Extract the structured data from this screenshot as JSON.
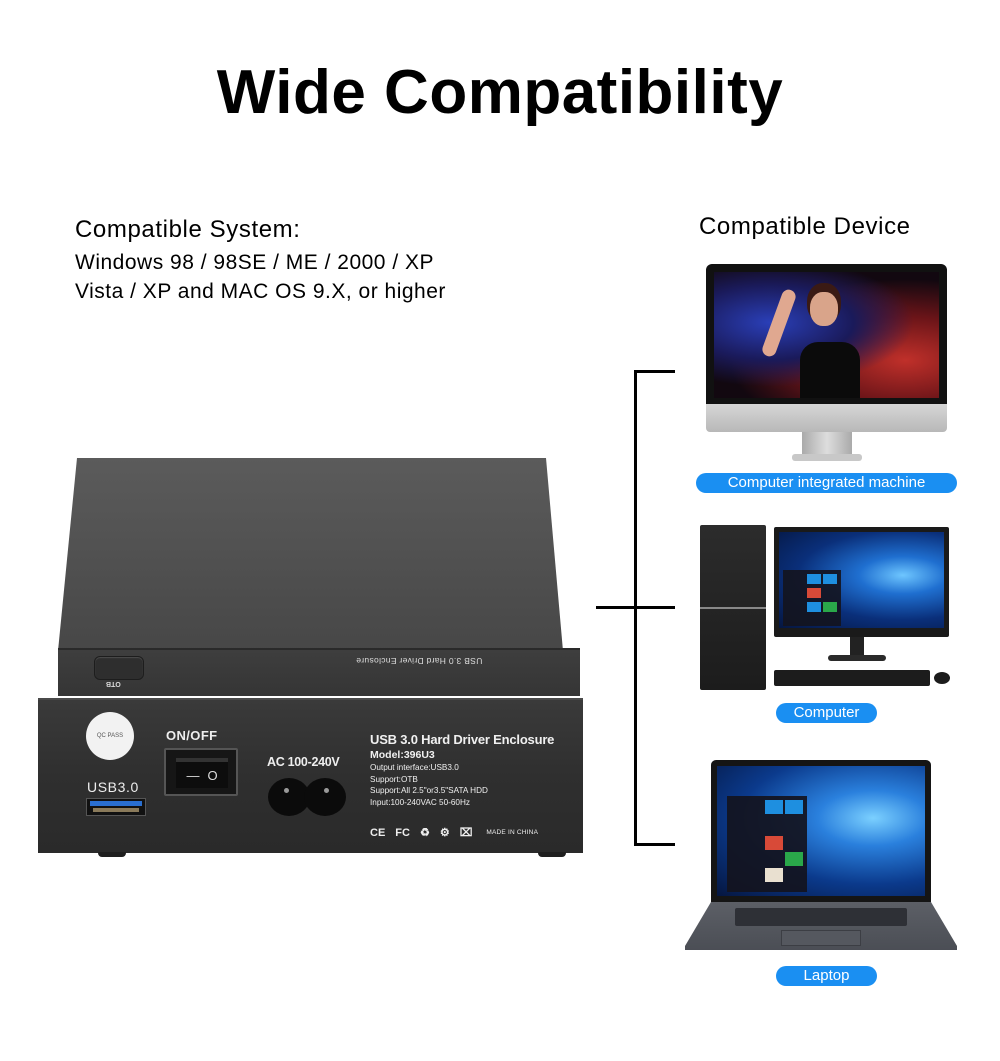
{
  "header": {
    "title": "Wide Compatibility"
  },
  "compatible_system": {
    "heading": "Compatible System:",
    "lines": [
      "Windows 98 / 98SE /  ME / 2000 / XP",
      "Vista / XP and MAC OS 9.X, or higher"
    ]
  },
  "compatible_device": {
    "heading": "Compatible Device",
    "pill_color": "#1a8ff2",
    "devices": [
      {
        "label": "Computer integrated machine",
        "icon": "all-in-one-computer-icon"
      },
      {
        "label": "Computer",
        "icon": "desktop-computer-icon"
      },
      {
        "label": "Laptop",
        "icon": "laptop-icon"
      }
    ]
  },
  "product": {
    "lid_text": "USB 3.0 Hard Driver Enclosure",
    "otb_label": "OTB",
    "qc_sticker": "QC PASS",
    "usb_label": "USB3.0",
    "switch_label": "ON/OFF",
    "switch_symbols": [
      "—",
      "O"
    ],
    "power_label": "AC 100-240V",
    "spec": {
      "title": "USB 3.0 Hard Driver Enclosure",
      "model": "Model:396U3",
      "lines": [
        "Output interface:USB3.0",
        "Support:OTB",
        "Support:All 2.5\"or3.5\"SATA HDD",
        "Input:100-240VAC 50-60Hz"
      ]
    },
    "certifications": [
      "CE",
      "FC",
      "♻",
      "⚙",
      "⌧"
    ],
    "made_in": "MADE IN CHINA",
    "body_color": "#2f2f2f"
  }
}
